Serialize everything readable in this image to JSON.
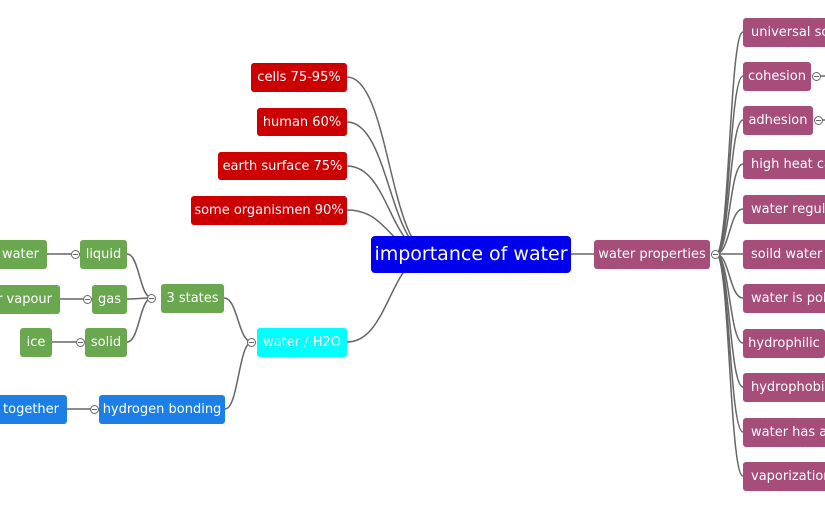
{
  "colors": {
    "root": "#0000ee",
    "red": "#cc0000",
    "green": "#6aa84f",
    "cyan": "#00ffff",
    "blue": "#1c7fe8",
    "purple": "#a64d79",
    "line": "#666666"
  },
  "root": {
    "label": "importance of water"
  },
  "facts": [
    {
      "label": "cells 75-95%"
    },
    {
      "label": "human 60%"
    },
    {
      "label": "earth surface 75%"
    },
    {
      "label": "some organismen 90%"
    }
  ],
  "water_h2o": {
    "label": "water / H2O",
    "three_states": {
      "label": "3 states",
      "states": [
        {
          "label": "liquid",
          "example": "water"
        },
        {
          "label": "gas",
          "example": "r vapour"
        },
        {
          "label": "solid",
          "example": "ice"
        }
      ]
    },
    "hydrogen_bonding": {
      "label": "hydrogen bonding",
      "detail": "k together"
    }
  },
  "water_properties": {
    "label": "water properties",
    "items": [
      {
        "label": "universal sol"
      },
      {
        "label": "cohesion"
      },
      {
        "label": "adhesion"
      },
      {
        "label": "high heat ca"
      },
      {
        "label": "water regula"
      },
      {
        "label": "soild water i"
      },
      {
        "label": "water is pola"
      },
      {
        "label": "hydrophilic"
      },
      {
        "label": "hydrophobic"
      },
      {
        "label": "water has a"
      },
      {
        "label": "vaporization"
      }
    ]
  }
}
